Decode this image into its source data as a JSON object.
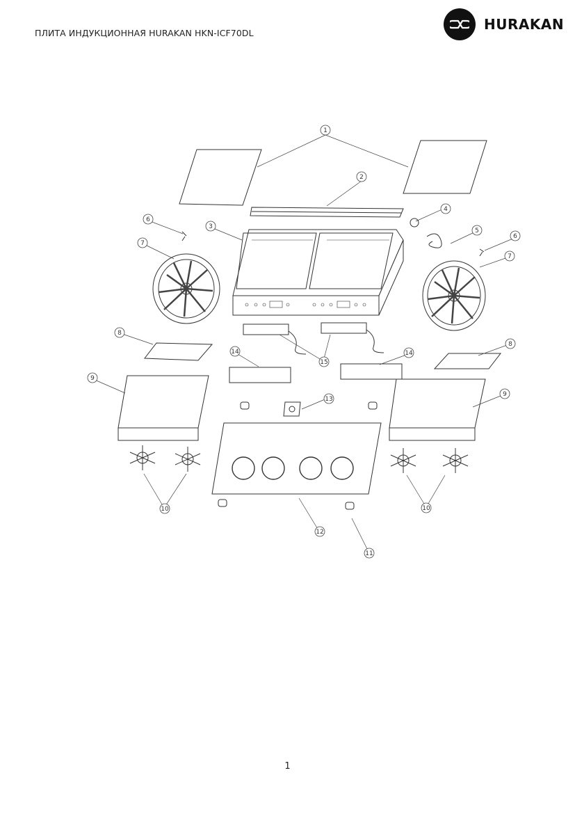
{
  "header": {
    "title": "ПЛИТА ИНДУКЦИОННАЯ HURAKAN HKN-ICF70DL",
    "brand": "HURAKAN"
  },
  "diagram": {
    "callouts": [
      "1",
      "2",
      "3",
      "4",
      "5",
      "6",
      "6",
      "7",
      "7",
      "8",
      "8",
      "9",
      "9",
      "10",
      "10",
      "11",
      "12",
      "13",
      "14",
      "14",
      "15"
    ]
  },
  "footer": {
    "page_number": "1"
  }
}
